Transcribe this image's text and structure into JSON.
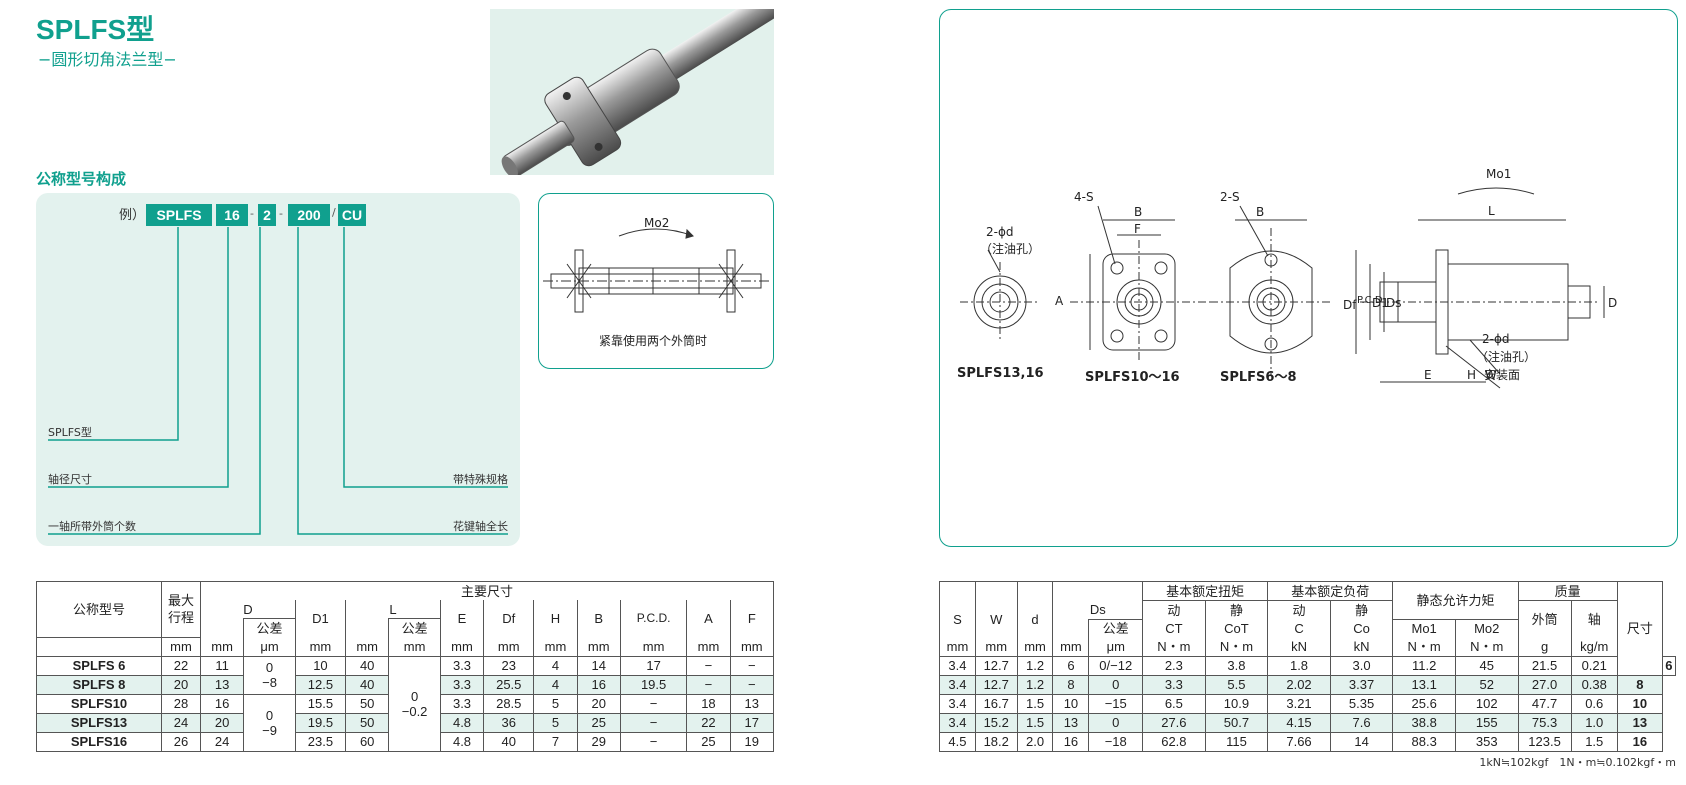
{
  "header": {
    "title": "SPLFS型",
    "subtitle": "−圆形切角法兰型−"
  },
  "model_section": {
    "heading": "公称型号构成",
    "example_prefix": "例）",
    "codes": [
      "SPLFS",
      "16",
      "2",
      "200",
      "CU"
    ],
    "separators": [
      "-",
      "-",
      "/"
    ],
    "labels": {
      "type": "SPLFS型",
      "shaft_dia": "轴径尺寸",
      "count": "一轴所带外筒个数",
      "special": "带特殊规格",
      "length": "花键轴全长"
    }
  },
  "usage_panel": {
    "moment": "Mo2",
    "caption": "紧靠使用两个外筒时"
  },
  "drawing": {
    "views": [
      "SPLFS13,16",
      "SPLFS10～16",
      "SPLFS6～8"
    ],
    "dims": {
      "holes_2": "2-ϕd",
      "oil": "（注油孔）",
      "holes_4s": "4-S",
      "holes_2s": "2-S",
      "B": "B",
      "F": "F",
      "A": "A",
      "L": "L",
      "Mo1": "Mo1",
      "Df": "Df",
      "PCD": "P.C.D.",
      "D1": "D1",
      "Ds": "Ds",
      "D": "D",
      "E": "E",
      "H": "H",
      "W": "W",
      "oil2": "2-ϕd",
      "oil2b": "（注油孔）",
      "mount": "安装面"
    }
  },
  "left_table": {
    "h_model": "公称型号",
    "h_stroke": "最大行程",
    "h_main": "主要尺寸",
    "cols": [
      "D",
      "公差",
      "D1",
      "L",
      "公差",
      "E",
      "Df",
      "H",
      "B",
      "P.C.D.",
      "A",
      "F"
    ],
    "units": [
      "mm",
      "mm",
      "μm",
      "mm",
      "mm",
      "mm",
      "mm",
      "mm",
      "mm",
      "mm",
      "mm",
      "mm",
      "mm"
    ],
    "rows": [
      {
        "name": "SPLFS 6",
        "stroke": "22",
        "D": "11",
        "D1": "10",
        "L": "40",
        "E": "3.3",
        "Df": "23",
        "H": "4",
        "B": "14",
        "PCD": "17",
        "A": "−",
        "F": "−"
      },
      {
        "name": "SPLFS 8",
        "stroke": "20",
        "D": "13",
        "D1": "12.5",
        "L": "40",
        "E": "3.3",
        "Df": "25.5",
        "H": "4",
        "B": "16",
        "PCD": "19.5",
        "A": "−",
        "F": "−"
      },
      {
        "name": "SPLFS10",
        "stroke": "28",
        "D": "16",
        "D1": "15.5",
        "L": "50",
        "E": "3.3",
        "Df": "28.5",
        "H": "5",
        "B": "20",
        "PCD": "−",
        "A": "18",
        "F": "13"
      },
      {
        "name": "SPLFS13",
        "stroke": "24",
        "D": "20",
        "D1": "19.5",
        "L": "50",
        "E": "4.8",
        "Df": "36",
        "H": "5",
        "B": "25",
        "PCD": "−",
        "A": "22",
        "F": "17"
      },
      {
        "name": "SPLFS16",
        "stroke": "26",
        "D": "24",
        "D1": "23.5",
        "L": "60",
        "E": "4.8",
        "Df": "40",
        "H": "7",
        "B": "29",
        "PCD": "−",
        "A": "25",
        "F": "19"
      }
    ],
    "tolD": [
      "0",
      "−8",
      "0",
      "−9"
    ],
    "tolL": [
      "0",
      "−0.2"
    ]
  },
  "right_table": {
    "h_torque": "基本额定扭矩",
    "h_load": "基本额定负荷",
    "h_moment": "静态允许力矩",
    "h_mass": "质量",
    "h_size": "尺寸",
    "h_dyn": "动",
    "h_sta": "静",
    "h_tol": "公差",
    "h_outer": "外筒",
    "h_shaft": "轴",
    "cols": [
      "S",
      "W",
      "d",
      "Ds"
    ],
    "sym": [
      "CT",
      "CoT",
      "C",
      "Co",
      "Mo1",
      "Mo2"
    ],
    "units": [
      "mm",
      "mm",
      "mm",
      "mm",
      "μm",
      "N・m",
      "N・m",
      "kN",
      "kN",
      "N・m",
      "N・m",
      "g",
      "kg/m"
    ],
    "rows": [
      {
        "S": "3.4",
        "W": "12.7",
        "d": "1.2",
        "Ds": "6",
        "tol": "0/−12",
        "CT": "2.3",
        "CoT": "3.8",
        "C": "1.8",
        "Co": "3.0",
        "Mo1": "11.2",
        "Mo2": "45",
        "g": "21.5",
        "kg": "0.21",
        "size": "6"
      },
      {
        "S": "3.4",
        "W": "12.7",
        "d": "1.2",
        "Ds": "8",
        "tol": "0",
        "CT": "3.3",
        "CoT": "5.5",
        "C": "2.02",
        "Co": "3.37",
        "Mo1": "13.1",
        "Mo2": "52",
        "g": "27.0",
        "kg": "0.38",
        "size": "8"
      },
      {
        "S": "3.4",
        "W": "16.7",
        "d": "1.5",
        "Ds": "10",
        "tol": "−15",
        "CT": "6.5",
        "CoT": "10.9",
        "C": "3.21",
        "Co": "5.35",
        "Mo1": "25.6",
        "Mo2": "102",
        "g": "47.7",
        "kg": "0.6",
        "size": "10"
      },
      {
        "S": "3.4",
        "W": "15.2",
        "d": "1.5",
        "Ds": "13",
        "tol": "0",
        "CT": "27.6",
        "CoT": "50.7",
        "C": "4.15",
        "Co": "7.6",
        "Mo1": "38.8",
        "Mo2": "155",
        "g": "75.3",
        "kg": "1.0",
        "size": "13"
      },
      {
        "S": "4.5",
        "W": "18.2",
        "d": "2.0",
        "Ds": "16",
        "tol": "−18",
        "CT": "62.8",
        "CoT": "115",
        "C": "7.66",
        "Co": "14",
        "Mo1": "88.3",
        "Mo2": "353",
        "g": "123.5",
        "kg": "1.5",
        "size": "16"
      }
    ]
  },
  "note": "1kN≒102kgf　1N・m≒0.102kgf・m",
  "colors": {
    "accent": "#10a08e",
    "panel": "#e3f2ee"
  }
}
